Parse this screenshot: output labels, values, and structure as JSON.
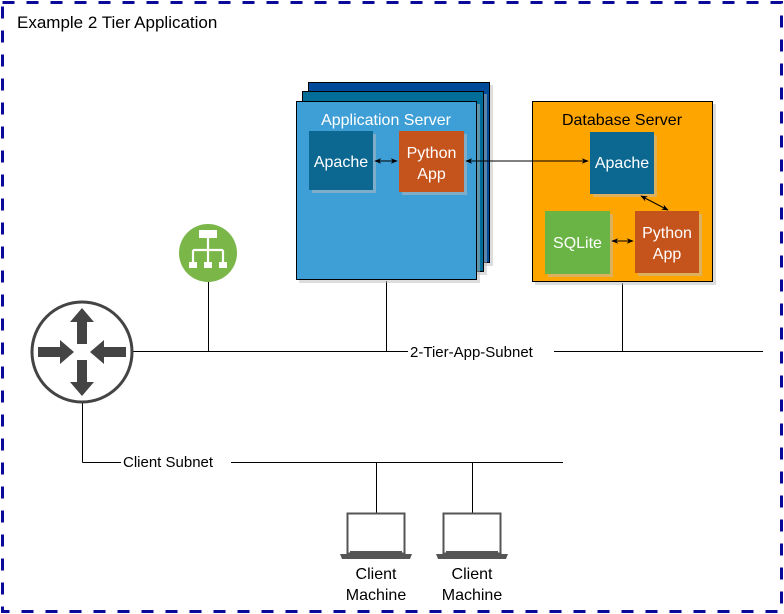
{
  "diagram": {
    "title": "Example 2 Tier Application",
    "border_color": "#0A0A9A",
    "application_server": {
      "label": "Application Server",
      "fill": "#3D9FD6",
      "stack_colors": [
        "#004C99",
        "#006E99"
      ],
      "apache": {
        "label": "Apache",
        "fill": "#0D6791"
      },
      "python_app": {
        "label_line1": "Python",
        "label_line2": "App",
        "fill": "#C4531C"
      }
    },
    "database_server": {
      "label": "Database Server",
      "fill": "#FFA500",
      "apache": {
        "label": "Apache",
        "fill": "#0D6791"
      },
      "python_app": {
        "label_line1": "Python",
        "label_line2": "App",
        "fill": "#C4531C"
      },
      "sqlite": {
        "label": "SQLite",
        "fill": "#6AB445"
      }
    },
    "load_balancer": {
      "icon": "network-hierarchy-icon",
      "fill": "#7AB648"
    },
    "router": {
      "icon": "router-icon"
    },
    "subnets": {
      "app_subnet": "2-Tier-App-Subnet",
      "client_subnet": "Client Subnet"
    },
    "clients": [
      {
        "label_line1": "Client",
        "label_line2": "Machine",
        "icon": "laptop-icon"
      },
      {
        "label_line1": "Client",
        "label_line2": "Machine",
        "icon": "laptop-icon"
      }
    ]
  }
}
